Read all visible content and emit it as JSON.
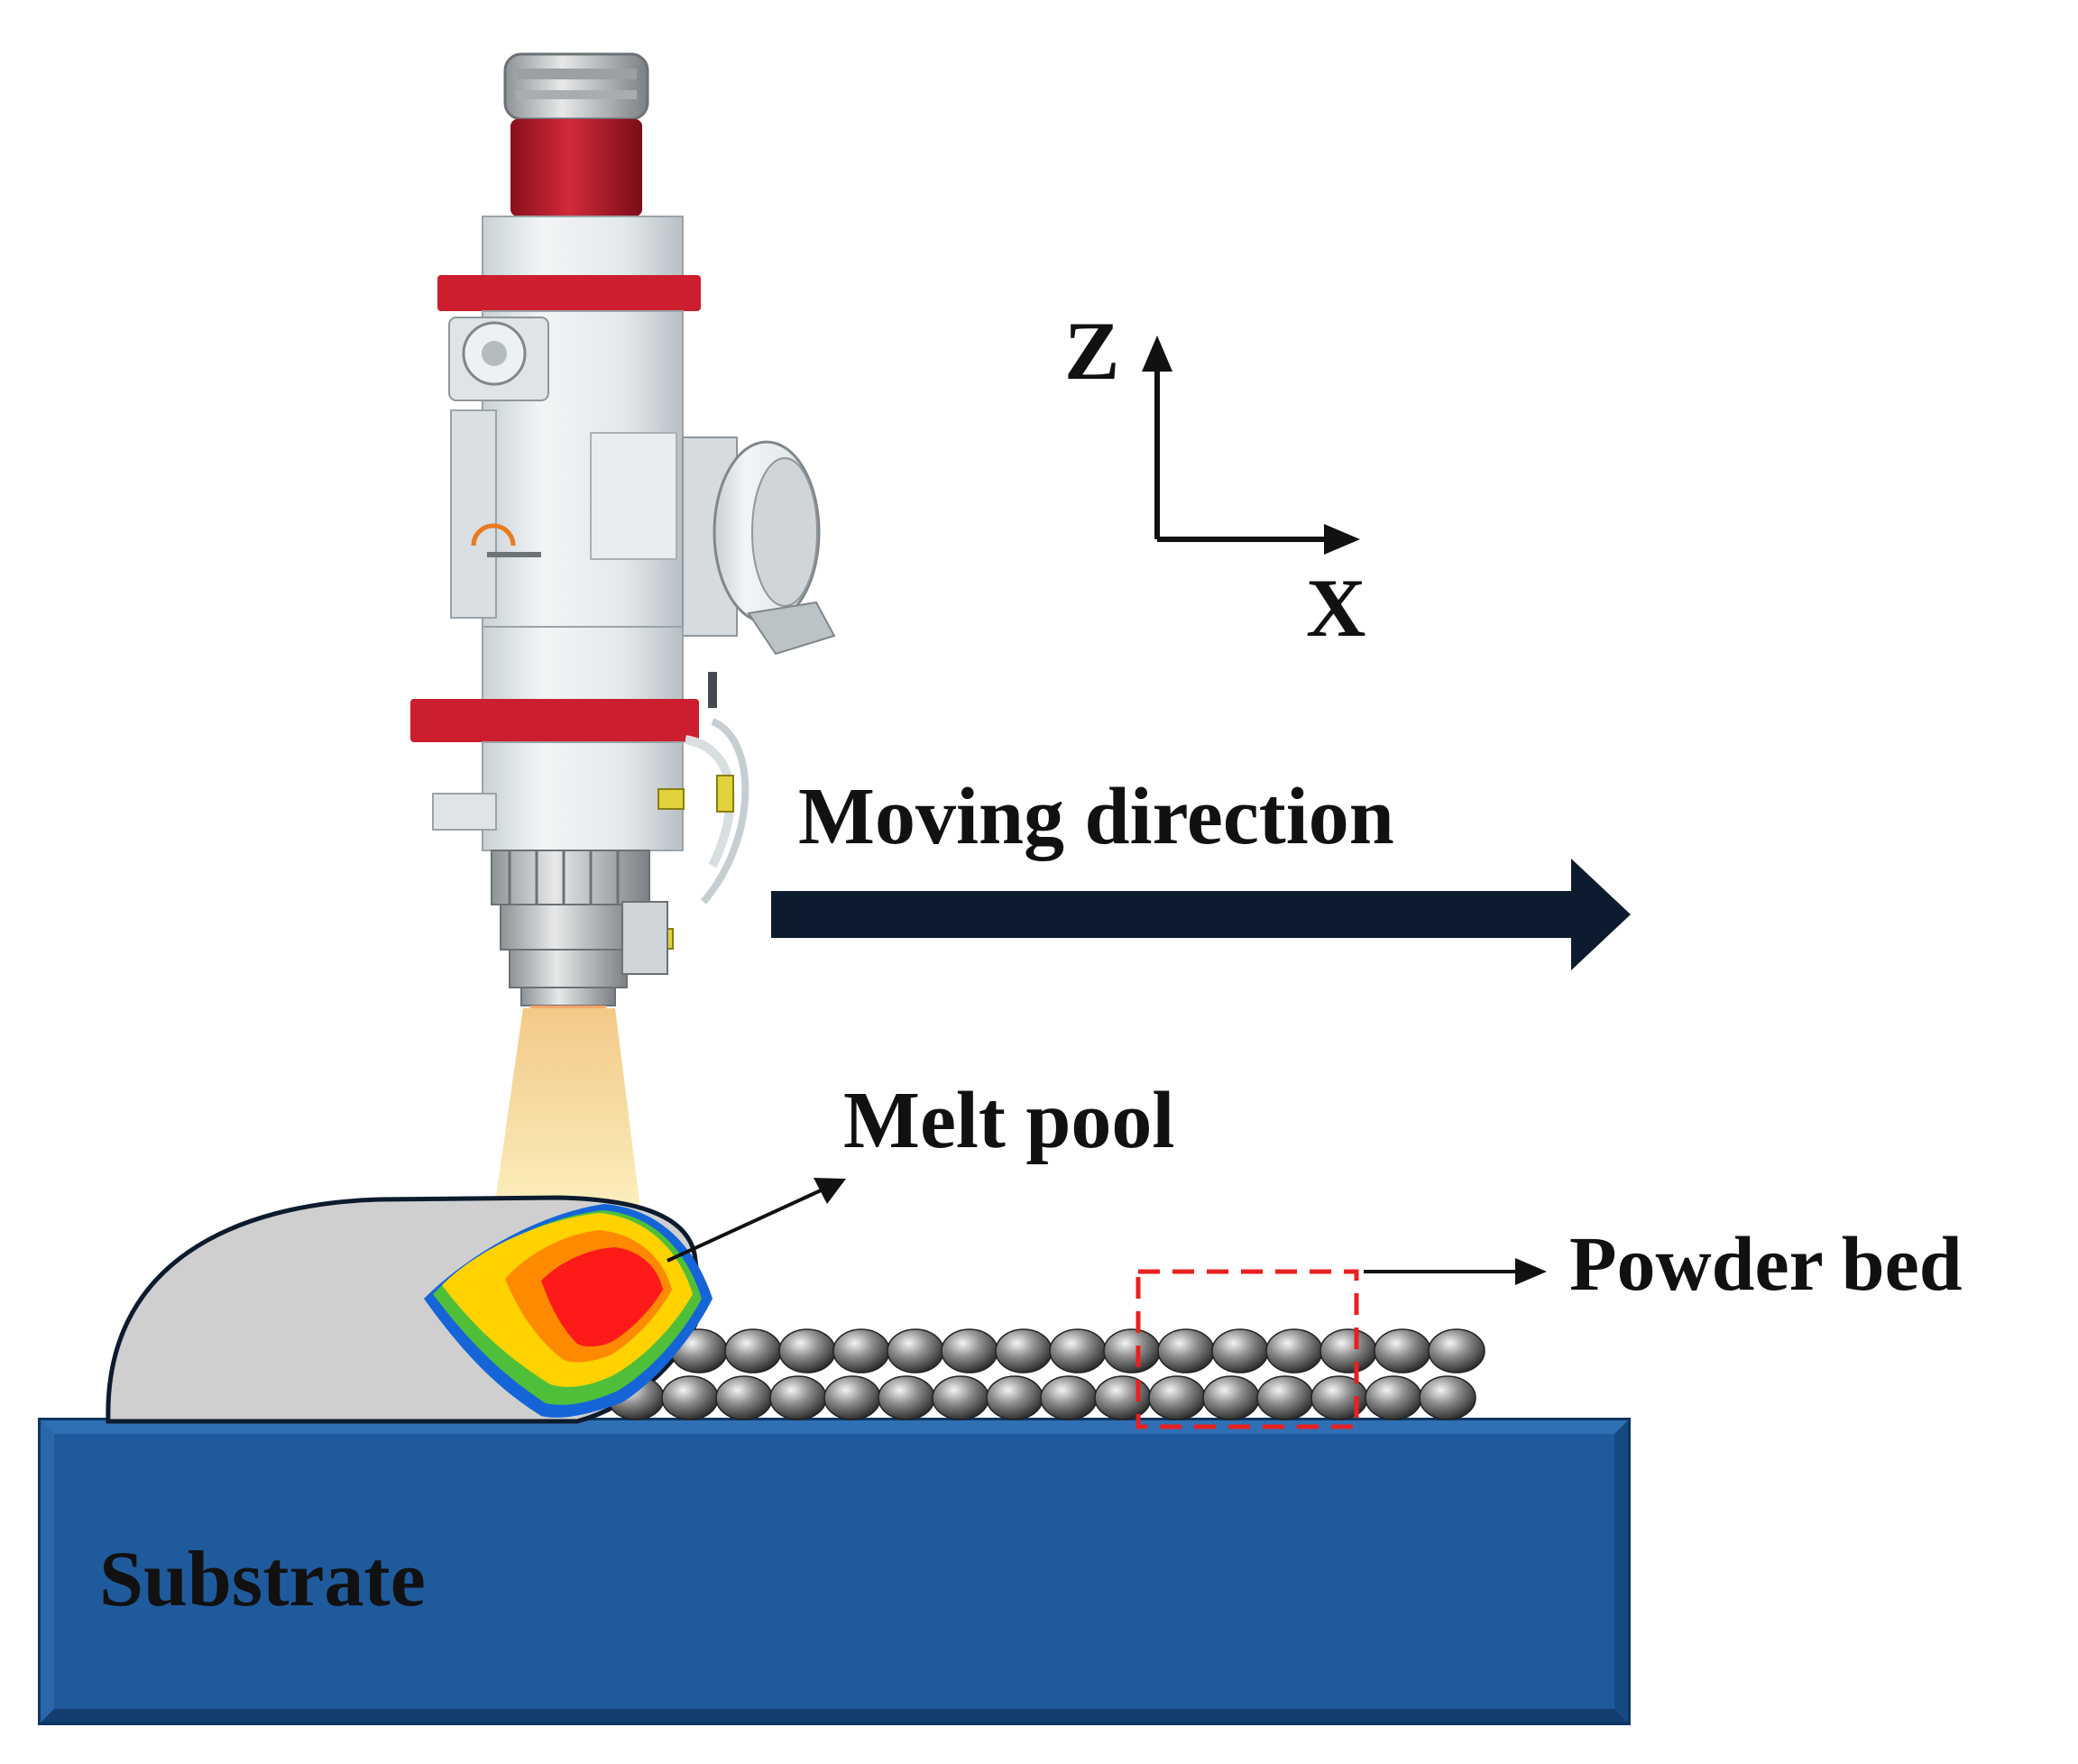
{
  "axes": {
    "z_label": "Z",
    "x_label": "X"
  },
  "labels": {
    "moving_direction": "Moving direction",
    "melt_pool": "Melt pool",
    "powder_bed": "Powder bed",
    "substrate": "Substrate"
  },
  "colors": {
    "substrate": "#1f5a9c",
    "substrate_edge": "#0e3663",
    "deposit": "#cfcfcf",
    "melt_outer": "#1565d8",
    "melt_green": "#4fbf3a",
    "melt_yellow": "#ffd200",
    "melt_orange": "#ff8a00",
    "melt_red": "#ff1a1a",
    "laser_beam": "#f7dfa1",
    "head_red": "#cc1e2e",
    "head_body": "#e7ecef",
    "powder_box": "#e82020",
    "arrow": "#0d1b2e"
  },
  "icons": {
    "laser_head": "laser-head-icon",
    "powder_particle": "powder-particle-icon"
  }
}
